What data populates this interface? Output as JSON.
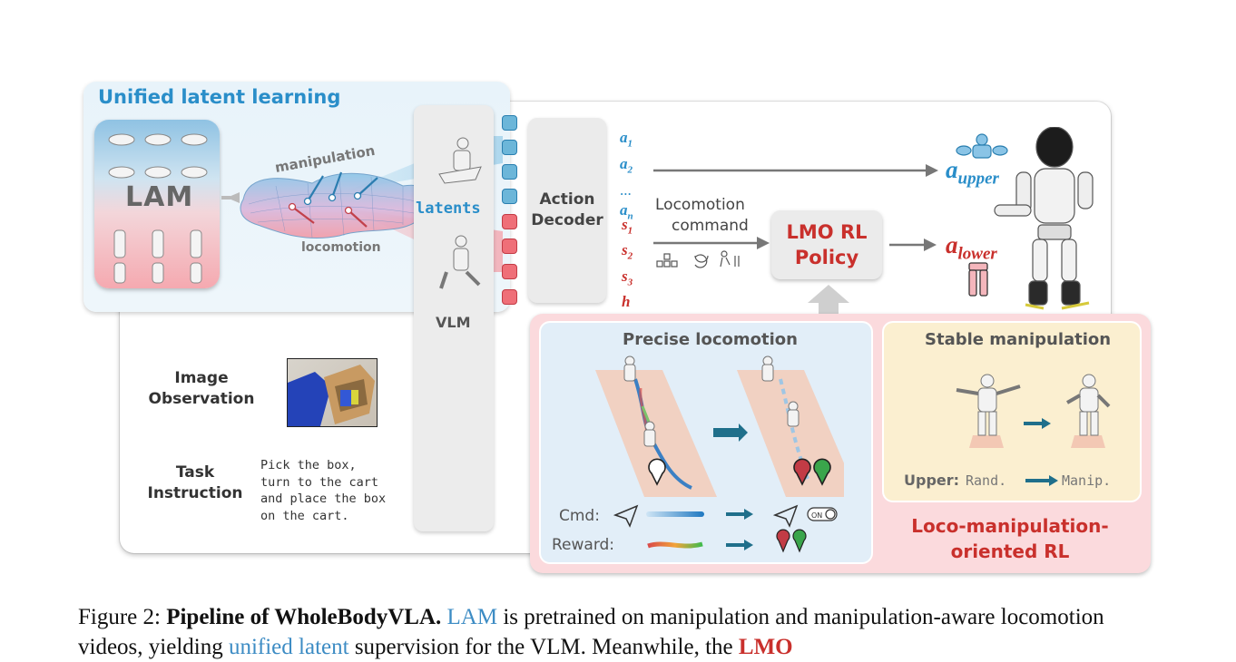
{
  "labels": {
    "unified_latent_learning": "Unified latent learning",
    "lam": "LAM",
    "manipulation": "manipulation",
    "locomotion": "locomotion",
    "latents": "latents",
    "vlm": "VLM",
    "action_decoder": "Action\nDecoder",
    "locomotion_command_1": "Locomotion",
    "locomotion_command_2": "command",
    "lmo_rl_policy": "LMO RL\nPolicy",
    "image_observation": "Image\nObservation",
    "task_instruction": "Task\nInstruction",
    "task_text": "Pick the box,\nturn to the cart\nand place the box\non the cart.",
    "precise_locomotion": "Precise locomotion",
    "stable_manipulation": "Stable manipulation",
    "cmd": "Cmd:",
    "reward": "Reward:",
    "upper": "Upper:",
    "rand": "Rand.",
    "manip": "Manip.",
    "loco_manip_rl": "Loco-manipulation-\noriented RL",
    "on_toggle": "ON"
  },
  "actions": {
    "a": [
      "a",
      "a",
      "...",
      "a"
    ],
    "a_sub": [
      "1",
      "2",
      "",
      "n"
    ],
    "s": [
      "s",
      "s",
      "s",
      "h"
    ],
    "s_sub": [
      "1",
      "2",
      "3",
      ""
    ],
    "upper_main": "a",
    "upper_sub": "upper",
    "lower_main": "a",
    "lower_sub": "lower"
  },
  "caption": {
    "prefix": "Figure 2: ",
    "bold": "Pipeline of WholeBodyVLA.",
    "lam": "LAM",
    "t1": " is pretrained on manipulation and manipulation-aware locomotion videos, yielding ",
    "unified": "unified latent",
    "t2": " supervision for the VLM. Meanwhile, the ",
    "lmo": "LMO"
  },
  "colors": {
    "blue_accent": "#2a8ec9",
    "red_accent": "#c9302c",
    "arrow_teal": "#1f6f8b"
  }
}
